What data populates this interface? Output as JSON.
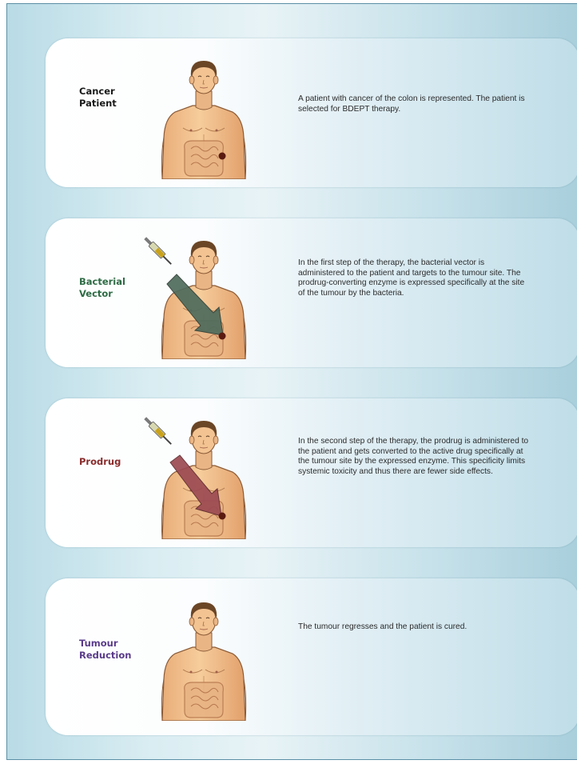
{
  "steps": [
    {
      "label": "Cancer\nPatient",
      "label_color": "#1a1a1a",
      "description": "A patient with cancer of the colon is represented. The patient is selected for BDEPT therapy."
    },
    {
      "label": "Bacterial\nVector",
      "label_color": "#2e6b44",
      "description": "In the first step of the therapy, the bacterial vector is administered to the patient and targets to the tumour site. The prodrug-converting enzyme is expressed specifically at the site of the tumour by the bacteria."
    },
    {
      "label": "Prodrug",
      "label_color": "#8a2b2b",
      "description": "In the second step of the therapy, the prodrug is administered to the patient and gets converted to the active drug specifically at the tumour site by the expressed enzyme. This specificity limits systemic toxicity and thus there are fewer side effects."
    },
    {
      "label": "Tumour\nReduction",
      "label_color": "#5a3b8a",
      "description": "The tumour regresses and the patient is cured."
    }
  ],
  "colors": {
    "vector_arrow": "#4f6b5c",
    "prodrug_arrow": "#9c4a52",
    "tumour": "#5a1a10",
    "skin": "#f1c08f"
  }
}
